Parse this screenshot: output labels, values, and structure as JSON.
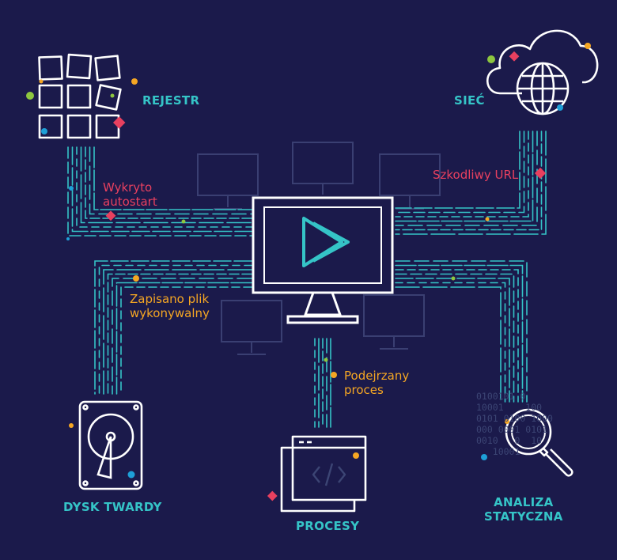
{
  "nodes": {
    "registry": "REJESTR",
    "network": "SIEĆ",
    "hard_disk": "DYSK TWARDY",
    "processes": "PROCESY",
    "static_analysis_line1": "ANALIZA",
    "static_analysis_line2": "STATYCZNA"
  },
  "events": {
    "autostart_line1": "Wykryto",
    "autostart_line2": "autostart",
    "malicious_url": "Szkodliwy URL",
    "exe_line1": "Zapisano plik",
    "exe_line2": "wykonywalny",
    "process_line1": "Podejrzany",
    "process_line2": "proces"
  },
  "binary_lines": [
    "0100101 0",
    "10001    100",
    "0101 0100 1000",
    "000 0001 0101",
    "0010   0  10",
    "   10001"
  ],
  "colors": {
    "background": "#1b1a4b",
    "teal": "#35c4c7",
    "red": "#e8405f",
    "orange": "#f5a623",
    "green": "#8dc63f",
    "blue": "#1ea0d8",
    "white": "#ffffff"
  },
  "icons": [
    "grid-icon",
    "cloud-globe-icon",
    "monitor-play-icon",
    "hard-disk-icon",
    "code-window-icon",
    "magnifier-icon"
  ]
}
